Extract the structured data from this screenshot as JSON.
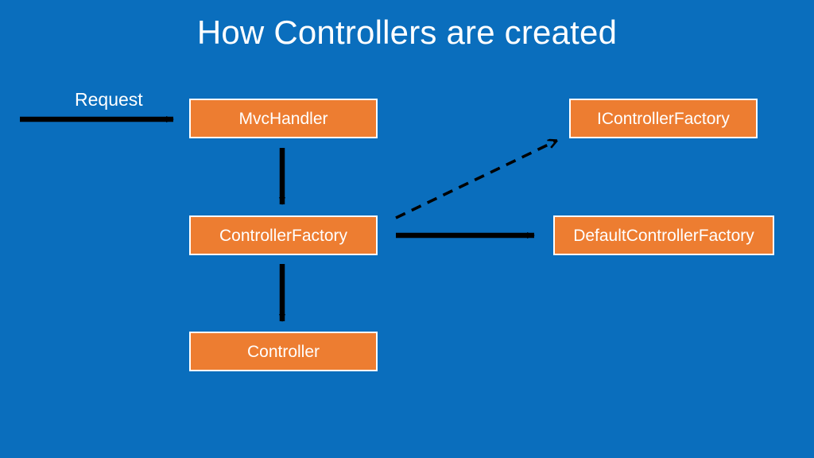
{
  "slide": {
    "title": "How Controllers are created",
    "background_color": "#0A6EBD",
    "node_fill_color": "#ED7D31",
    "node_border_color": "#FFFFFF",
    "node_text_color": "#FFFFFF",
    "edge_color": "#000000",
    "title_color": "#FFFFFF"
  },
  "diagram": {
    "type": "flow",
    "nodes": [
      {
        "id": "mvchandler",
        "label": "MvcHandler"
      },
      {
        "id": "controllerfactory",
        "label": "ControllerFactory"
      },
      {
        "id": "controller",
        "label": "Controller"
      },
      {
        "id": "icontrollerfactory",
        "label": "IControllerFactory"
      },
      {
        "id": "defaultcontrollerfactory",
        "label": "DefaultControllerFactory"
      }
    ],
    "edges": [
      {
        "id": "request-edge",
        "from": "request-source",
        "to": "mvchandler",
        "style": "solid",
        "label": "Request"
      },
      {
        "id": "mvchandler-to-controllerfactory",
        "from": "mvchandler",
        "to": "controllerfactory",
        "style": "solid",
        "label": ""
      },
      {
        "id": "controllerfactory-to-controller",
        "from": "controllerfactory",
        "to": "controller",
        "style": "solid",
        "label": ""
      },
      {
        "id": "controllerfactory-to-icontrollerfactory",
        "from": "controllerfactory",
        "to": "icontrollerfactory",
        "style": "dashed",
        "label": ""
      },
      {
        "id": "controllerfactory-to-defaultcontrollerfactory",
        "from": "controllerfactory",
        "to": "defaultcontrollerfactory",
        "style": "solid",
        "label": ""
      }
    ],
    "labels": {
      "request": "Request"
    }
  }
}
